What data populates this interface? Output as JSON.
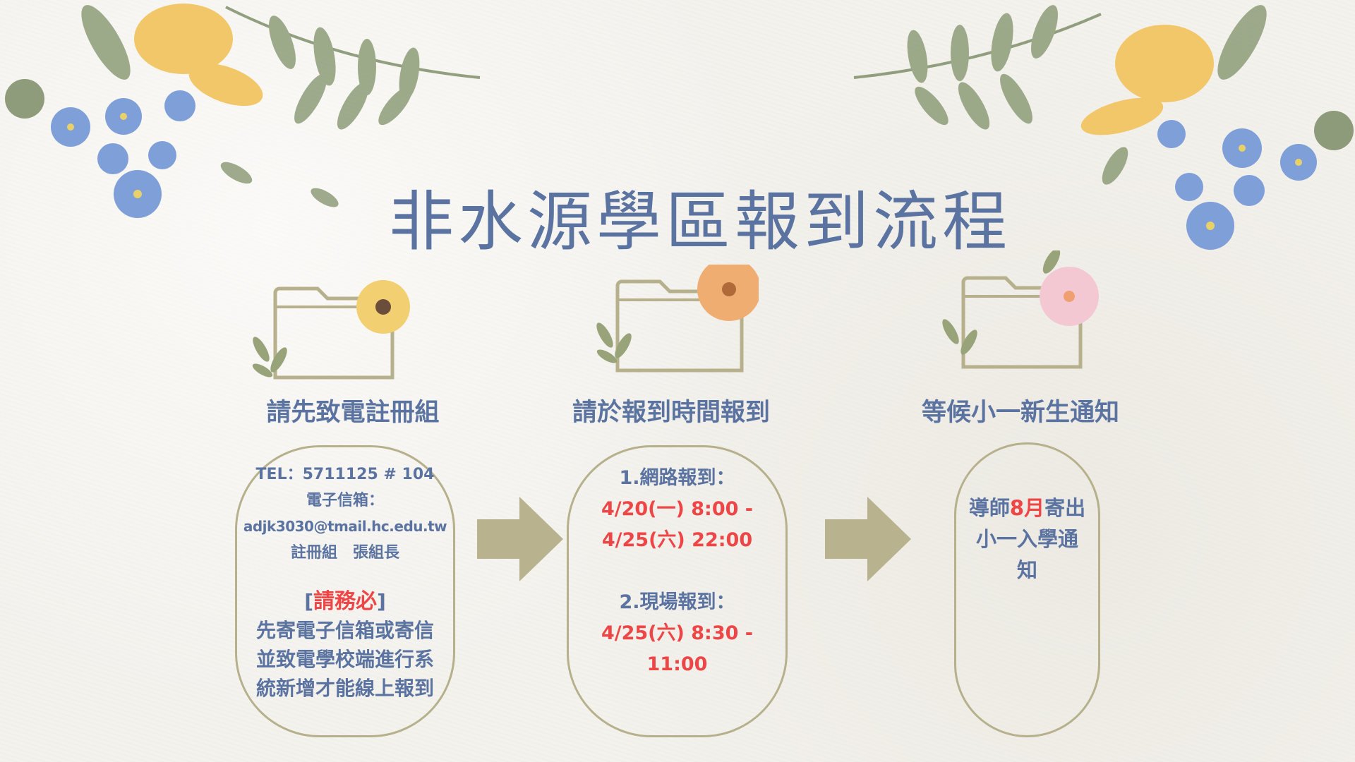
{
  "title": "非水源學區報到流程",
  "steps": [
    {
      "heading": "請先致電註冊組",
      "lines": [
        "TEL：5711125 # 104",
        "電子信箱：",
        "adjk3030@tmail.hc.edu.tw",
        "註冊組　張組長"
      ],
      "notice_open": "[",
      "notice": "請務必",
      "notice_close": "]",
      "notice_lines": [
        "先寄電子信箱或寄信",
        "並致電學校端進行系",
        "統新增才能線上報到"
      ]
    },
    {
      "heading": "請於報到時間報到",
      "online_label": "1.網路報到：",
      "online_time_1": "4/20(一) 8:00 -",
      "online_time_2": "4/25(六) 22:00",
      "onsite_label": "2.現場報到：",
      "onsite_time": "4/25(六) 8:30 - 11:00"
    },
    {
      "heading": "等候小一新生通知",
      "text_a": "導師",
      "text_red": "8月",
      "text_b": "寄出",
      "line2": "小一入學通",
      "line3": "知"
    }
  ],
  "colors": {
    "text": "#5b73a0",
    "accent": "#ee4646",
    "border": "#b6b18c"
  }
}
